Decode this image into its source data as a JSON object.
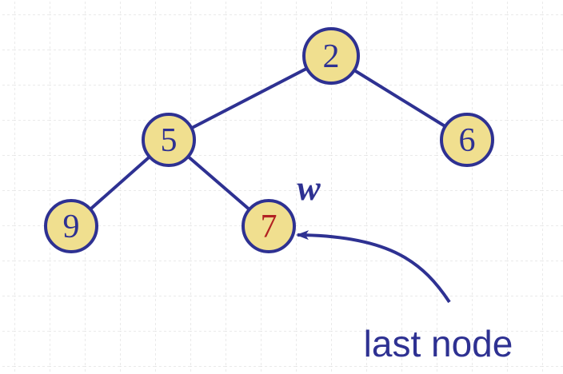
{
  "tree": {
    "nodes": [
      {
        "id": "n2",
        "label": "2",
        "role": "root"
      },
      {
        "id": "n5",
        "label": "5",
        "role": "left-child-of-root"
      },
      {
        "id": "n6",
        "label": "6",
        "role": "right-child-of-root"
      },
      {
        "id": "n9",
        "label": "9",
        "role": "left-child-of-5"
      },
      {
        "id": "n7",
        "label": "7",
        "role": "right-child-of-5",
        "highlight": true
      }
    ],
    "edges": [
      [
        "n2",
        "n5"
      ],
      [
        "n2",
        "n6"
      ],
      [
        "n5",
        "n9"
      ],
      [
        "n5",
        "n7"
      ]
    ]
  },
  "annotations": {
    "node_marker": "w",
    "pointer_label": "last node"
  },
  "colors": {
    "node_fill": "#f0df8f",
    "node_stroke": "#2e3192",
    "edge": "#2e3192",
    "label_default": "#2e3192",
    "label_highlight": "#b22222",
    "annotation": "#2e3192",
    "grid": "#d4d4d4"
  }
}
